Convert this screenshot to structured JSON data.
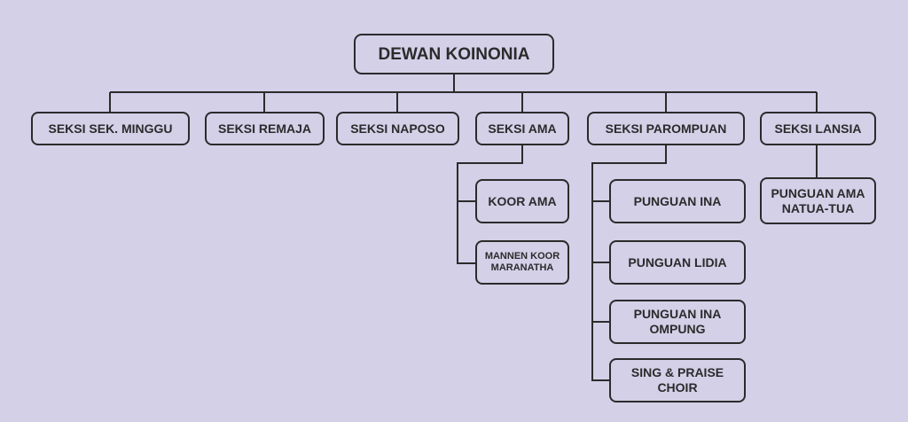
{
  "chart": {
    "root": "DEWAN KOINONIA",
    "seksi": [
      "SEKSI SEK. MINGGU",
      "SEKSI REMAJA",
      "SEKSI NAPOSO",
      "SEKSI AMA",
      "SEKSI PAROMPUAN",
      "SEKSI LANSIA"
    ],
    "ama_children": [
      "KOOR AMA",
      "MANNEN KOOR\nMARANATHA"
    ],
    "parompuan_children": [
      "PUNGUAN INA",
      "PUNGUAN LIDIA",
      "PUNGUAN INA\nOMPUNG",
      "SING & PRAISE\nCHOIR"
    ],
    "lansia_children": [
      "PUNGUAN AMA\nNATUA-TUA"
    ],
    "colors": {
      "background": "#d4d0e8",
      "stroke": "#2b2b2b",
      "text": "#2b2b2b"
    }
  }
}
